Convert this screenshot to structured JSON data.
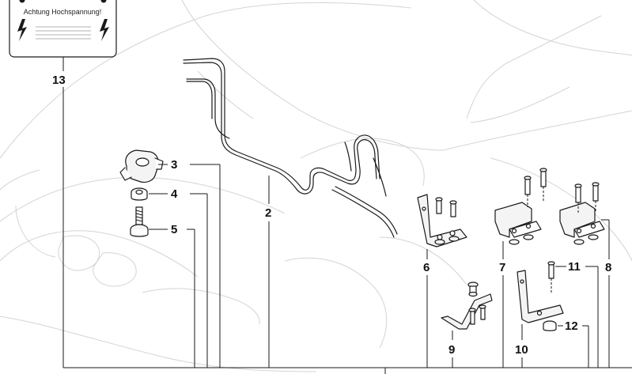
{
  "warning_label": {
    "text": "Achtung Hochspannung!",
    "icon": "high-voltage-icon"
  },
  "callouts": {
    "c2": "2",
    "c3": "3",
    "c4": "4",
    "c5": "5",
    "c6": "6",
    "c7": "7",
    "c8": "8",
    "c9": "9",
    "c10": "10",
    "c11": "11",
    "c12": "12",
    "c13": "13"
  },
  "colors": {
    "line": "#1a1a1a",
    "ghost_outline": "#d4d4d4",
    "background": "#ffffff"
  }
}
